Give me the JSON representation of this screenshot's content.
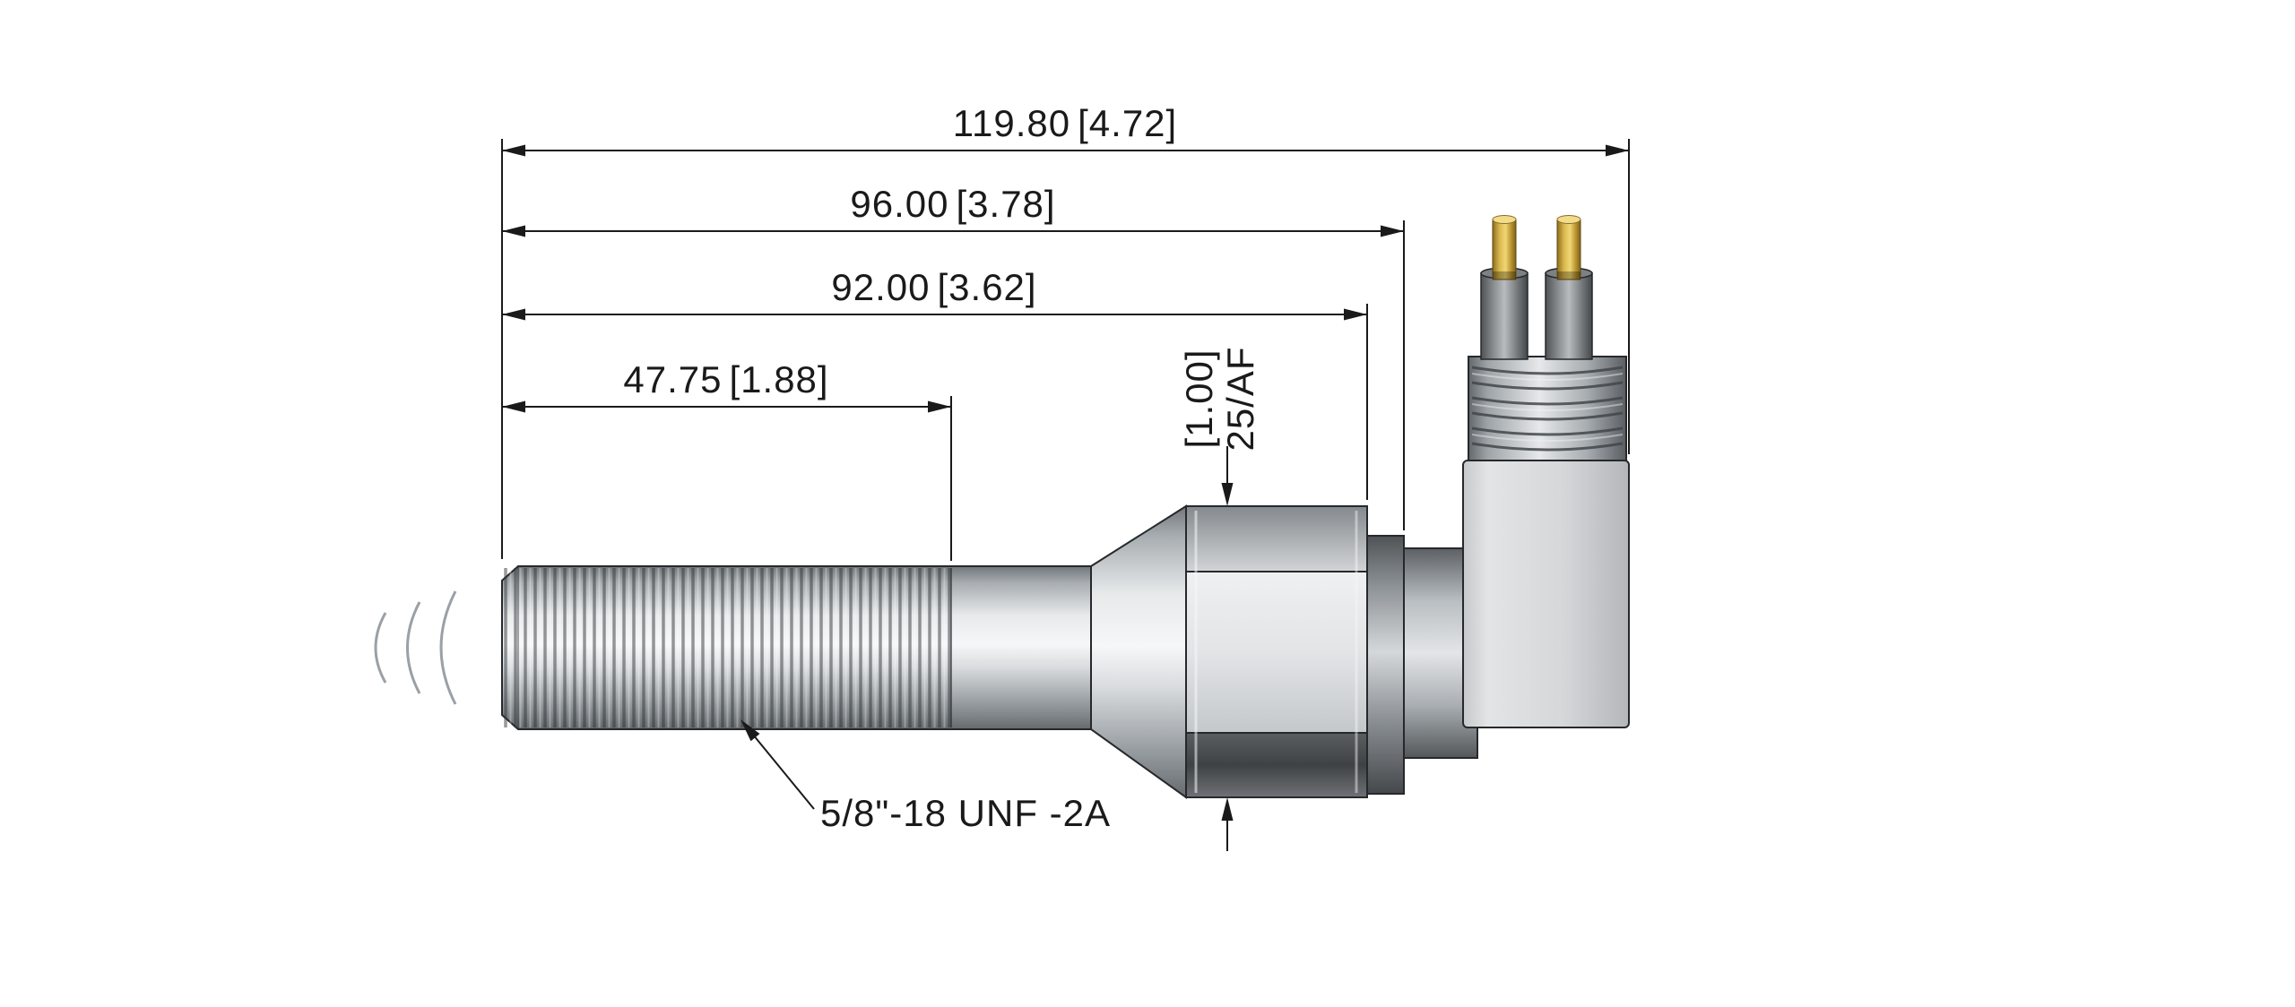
{
  "drawing": {
    "title_hint": "right-angle threaded sensor engineering drawing",
    "background": "#ffffff",
    "dimensions": {
      "overall": {
        "mm": "119.80",
        "in": "[4.72]"
      },
      "to_connector_face": {
        "mm": "96.00",
        "in": "[3.78]"
      },
      "to_hex_face": {
        "mm": "92.00",
        "in": "[3.62]"
      },
      "thread_length": {
        "mm": "47.75",
        "in": "[1.88]"
      },
      "hex_across_flats": {
        "in": "[1.00]",
        "label": "25/AF"
      }
    },
    "thread_callout": "5/8\"-18 UNF -2A",
    "colors": {
      "line": "#1a1a1a",
      "metal_light": "#f4f5f6",
      "metal_dark": "#55585b",
      "pin_gold": "#d9b94e"
    }
  }
}
